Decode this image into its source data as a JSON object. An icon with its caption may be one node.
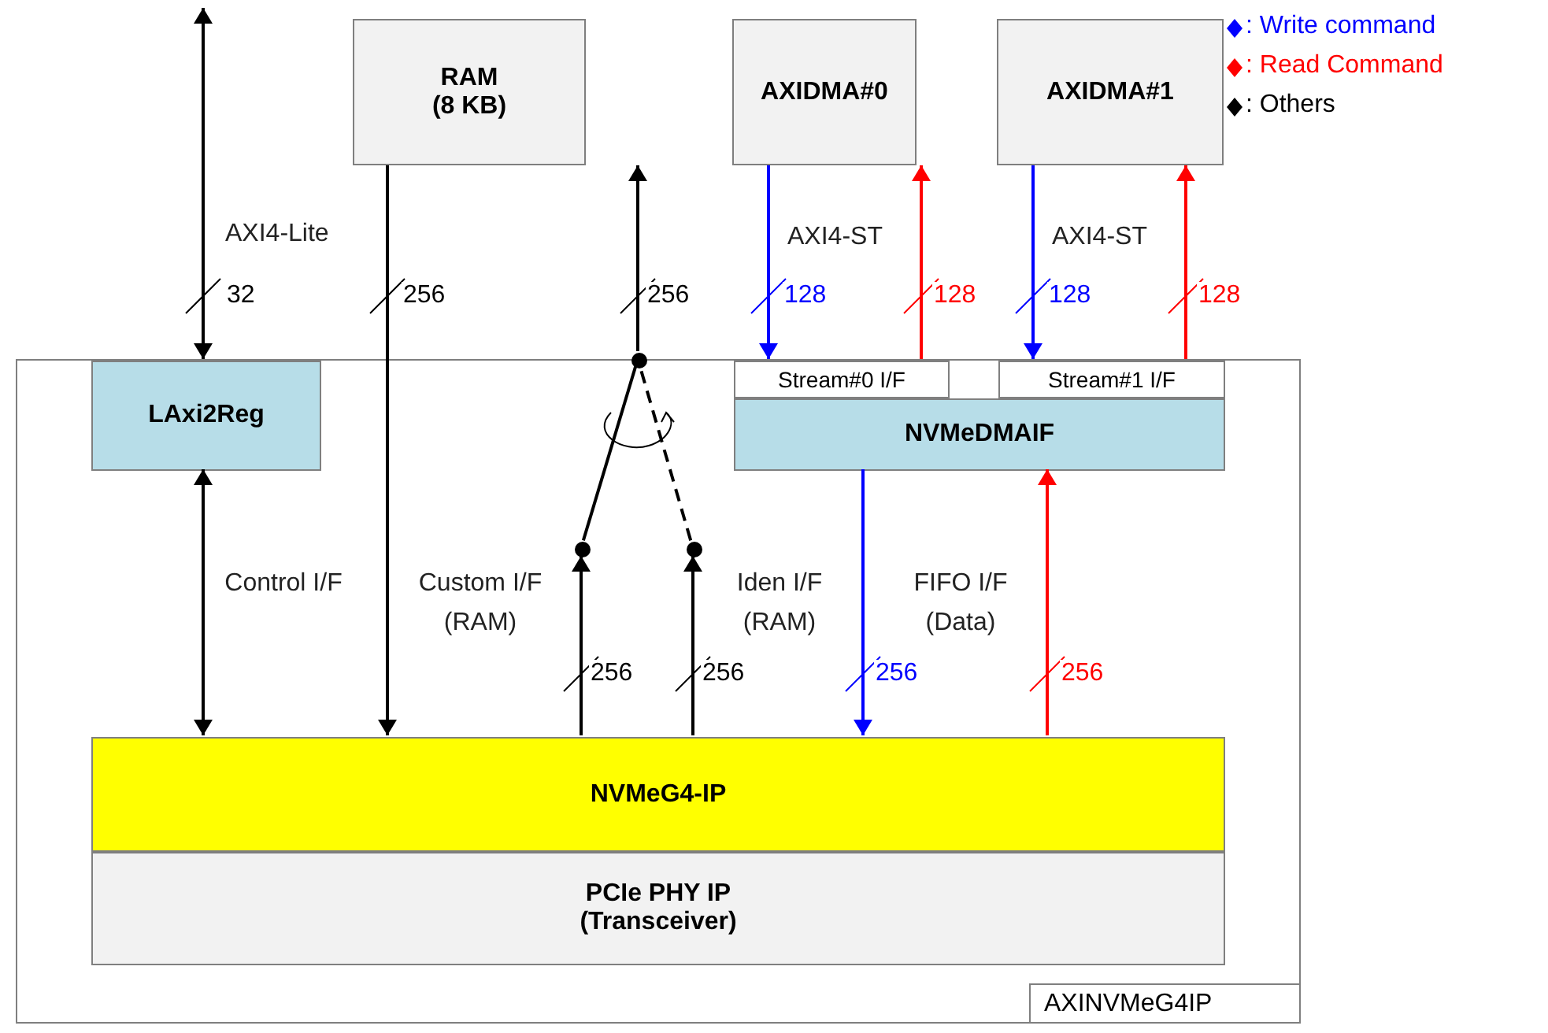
{
  "diagram": {
    "nodes": [
      {
        "text": [
          "AXINVMeG4IP"
        ]
      },
      {
        "text": [
          "RAM (8 KB)"
        ]
      },
      {
        "text": [
          "AXIDMA#0"
        ]
      },
      {
        "text": [
          "AXIDMA#1"
        ]
      },
      {
        "text": [
          "LAxi2Reg"
        ],
        "in": 0
      },
      {
        "text": [
          "NVMeDMAIF"
        ],
        "in": 0
      },
      {
        "text": [
          "Stream#0 I/F"
        ],
        "in": 0
      },
      {
        "text": [
          "Stream#1 I/F"
        ],
        "in": 0
      },
      {
        "text": [
          "NVMeG4-IP"
        ],
        "in": 0
      },
      {
        "text": [
          "PCIe PHY IP (Transceiver)"
        ],
        "in": 0
      },
      {
        "text": [],
        "shape": "circle",
        "in": 0
      },
      {
        "text": [],
        "shape": "circle",
        "in": 0
      },
      {
        "text": [],
        "shape": "circle",
        "in": 0
      }
    ],
    "edges": [
      {
        "from": null,
        "to": 4,
        "arrow": "both",
        "label": "32"
      },
      {
        "from": 1,
        "to": 8,
        "arrow": "to",
        "label": "256"
      },
      {
        "from": 10,
        "to": 1,
        "arrow": "to",
        "label": "256"
      },
      {
        "from": 11,
        "to": 10,
        "arrow": "none"
      },
      {
        "from": 12,
        "to": 10,
        "arrow": "none",
        "style": "dashed"
      },
      {
        "from": 8,
        "to": 11,
        "arrow": "to",
        "label": "256"
      },
      {
        "from": 8,
        "to": 12,
        "arrow": "to",
        "label": "256"
      },
      {
        "from": 2,
        "to": 6,
        "arrow": "to",
        "label": "128",
        "color": "#0000ff"
      },
      {
        "from": 6,
        "to": 2,
        "arrow": "to",
        "label": "128",
        "color": "#ff0000"
      },
      {
        "from": 3,
        "to": 7,
        "arrow": "to",
        "label": "128",
        "color": "#0000ff"
      },
      {
        "from": 7,
        "to": 3,
        "arrow": "to",
        "label": "128",
        "color": "#ff0000"
      },
      {
        "from": 4,
        "to": 8,
        "arrow": "both"
      },
      {
        "from": 5,
        "to": 8,
        "arrow": "to",
        "label": "256",
        "color": "#0000ff"
      },
      {
        "from": 8,
        "to": 5,
        "arrow": "to",
        "label": "256",
        "color": "#ff0000"
      }
    ],
    "labels": [
      "AXI4-Lite",
      "AXI4-ST",
      "AXI4-ST",
      "Control I/F",
      "Custom I/F (RAM)",
      "Iden I/F (RAM)",
      "FIFO I/F (Data)"
    ],
    "legend": [
      {
        "text": ": Write command",
        "color": "#0000ff"
      },
      {
        "text": ": Read Command",
        "color": "#ff0000"
      },
      {
        "text": ": Others",
        "color": "#000000"
      }
    ]
  }
}
